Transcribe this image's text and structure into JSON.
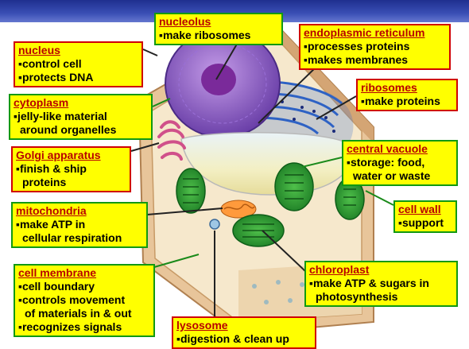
{
  "labels": {
    "nucleolus": {
      "title": "nucleolus",
      "items": [
        "make ribosomes"
      ]
    },
    "nucleus": {
      "title": "nucleus",
      "items": [
        "control cell",
        "protects DNA"
      ]
    },
    "er": {
      "title": "endoplasmic reticulum",
      "items": [
        "processes proteins",
        "makes membranes"
      ]
    },
    "cytoplasm": {
      "title": "cytoplasm",
      "items": [
        "jelly-like material",
        "around organelles"
      ]
    },
    "ribosomes": {
      "title": "ribosomes",
      "items": [
        "make proteins"
      ]
    },
    "golgi": {
      "title": "Golgi apparatus",
      "items": [
        "finish & ship",
        "proteins"
      ]
    },
    "vacuole": {
      "title": "central vacuole",
      "items": [
        "storage: food,",
        "water or waste"
      ]
    },
    "mitochondria": {
      "title": "mitochondria",
      "items": [
        "make ATP in",
        "cellular respiration"
      ]
    },
    "cellwall": {
      "title": "cell wall",
      "items": [
        "support"
      ]
    },
    "membrane": {
      "title": "cell membrane",
      "items": [
        "cell boundary",
        "controls movement",
        "of materials in & out",
        "recognizes signals"
      ]
    },
    "chloroplast": {
      "title": "chloroplast",
      "items": [
        "make ATP & sugars in",
        "photosynthesis"
      ]
    },
    "lysosome": {
      "title": "lysosome",
      "items": [
        "digestion & clean up"
      ]
    }
  },
  "colors": {
    "label_bg": "#ffff00",
    "border_red": "#d00000",
    "border_green": "#119911",
    "title_red": "#b80000"
  }
}
